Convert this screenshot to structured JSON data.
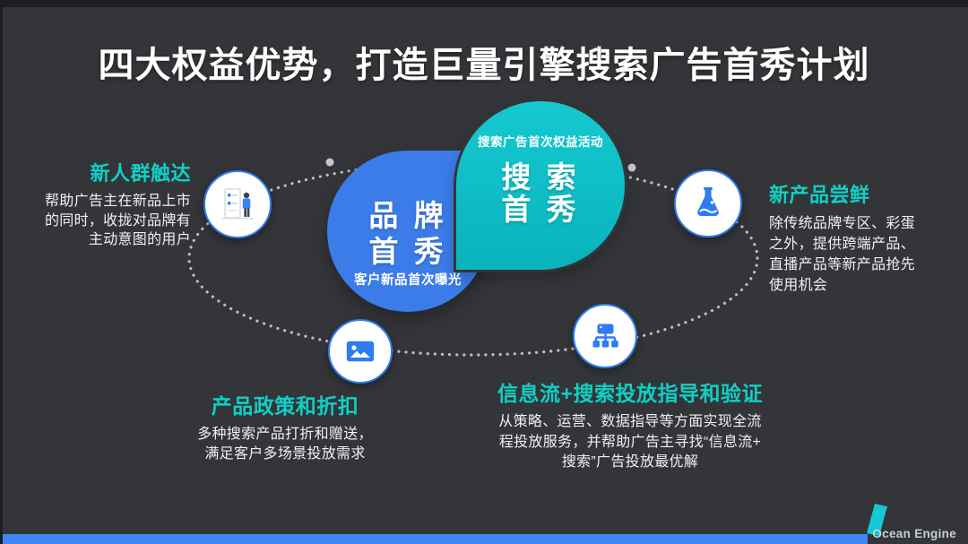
{
  "title": "四大权益优势，打造巨量引擎搜索广告首秀计划",
  "center": {
    "search_bubble": {
      "tag": "搜索广告首次权益活动",
      "word1": "搜 索",
      "word2": "首 秀"
    },
    "brand_bubble": {
      "word1": "品 牌",
      "word2": "首 秀",
      "tag": "客户新品首次曝光"
    }
  },
  "benefits": [
    {
      "title": "新人群触达",
      "icon": "door-person-illustration",
      "desc": "帮助广告主在新品上市\n的同时，收拢对品牌有\n主动意图的用户"
    },
    {
      "title": "新产品尝鲜",
      "icon": "flask-icon",
      "desc": "除传统品牌专区、彩蛋\n之外，提供跨端产品、\n直播产品等新产品抢先\n使用机会"
    },
    {
      "title": "产品政策和折扣",
      "icon": "picture-icon",
      "desc": "多种搜索产品打折和赠送，\n满足客户多场景投放需求"
    },
    {
      "title": "信息流+搜索投放指导和验证",
      "icon": "sitemap-icon",
      "desc": "从策略、运营、数据指导等方面实现全流\n程投放服务，并帮助广告主寻找“信息流+\n搜索”广告投放最优解"
    }
  ],
  "footer": {
    "logo_text": "Ocean Engine"
  },
  "colors": {
    "background": "#333538",
    "brand_blue": "#3b7ce9",
    "search_teal": "#0fc6cd",
    "heading_teal": "#0fd0c6",
    "icon_blue": "#2e7cf0",
    "footer_bar_blue": "#3f86f6",
    "logo_slash_teal": "#15c8d3"
  }
}
